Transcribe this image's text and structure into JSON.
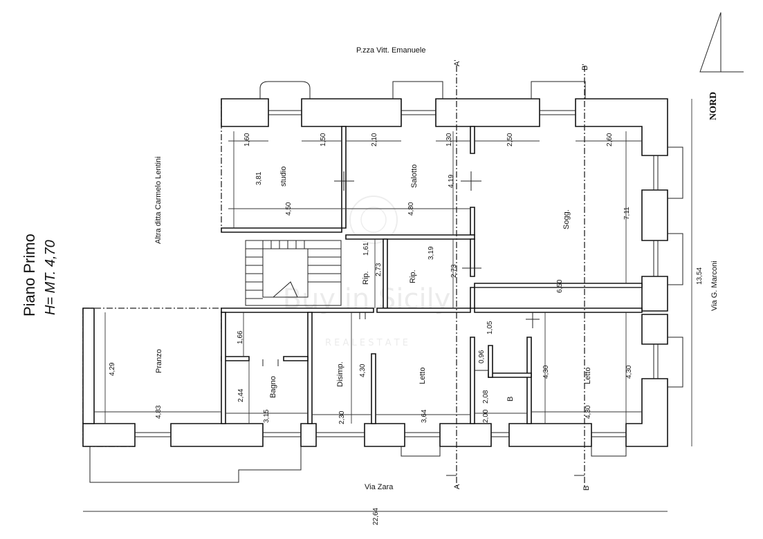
{
  "floor": {
    "title": "Piano Primo",
    "height_label": "H= MT. 4,70"
  },
  "streets": {
    "north": "P.zza Vitt. Emanuele",
    "south": "Via Zara",
    "east": "Via G. Marconi",
    "west": "Altra ditta Carmelo Lentini"
  },
  "compass": {
    "label": "NORD"
  },
  "sections": {
    "a_top": "A'",
    "b_top": "B'",
    "a_bottom": "A",
    "b_bottom": "B"
  },
  "rooms": {
    "studio": "studio",
    "salotto": "Salotto",
    "soggiorno": "Sogg.",
    "rip1": "Rip.",
    "rip2": "Rip.",
    "pranzo": "Pranzo",
    "bagno": "Bagno",
    "disimpegno": "Disimp.",
    "letto1": "Letto",
    "letto2": "Letto",
    "b_room": "B"
  },
  "dimensions": {
    "studio_w_a": "1,60",
    "studio_w_b": "1,50",
    "studio_h": "3,81",
    "studio_w": "4,50",
    "salotto_w_a": "2,10",
    "salotto_w_b": "1,30",
    "salotto_h": "4,19",
    "salotto_w": "4,80",
    "sogg_w_a": "2,50",
    "sogg_w_b": "2,60",
    "sogg_h": "7,11",
    "sogg_w": "6,50",
    "rip1_w": "1,61",
    "rip1_h": "2,73",
    "rip2_w": "3,19",
    "rip2_h": "2,73",
    "corr_h": "1,66",
    "pranzo_h": "4,29",
    "pranzo_w": "4,83",
    "bagno_h": "2,44",
    "bagno_w": "3,15",
    "disimp_h": "4,30",
    "disimp_w": "2,30",
    "letto1_w": "3,64",
    "b_h_a": "1,05",
    "b_h_b": "0,96",
    "b_h_c": "2,08",
    "b_w": "2,00",
    "letto2_h_a": "4,30",
    "letto2_h_b": "4,30",
    "letto2_w": "4,30",
    "overall_h": "13,54",
    "overall_w": "22,64"
  },
  "watermark": {
    "main": "Buy in Sicily",
    "sub": "R E A L   E S T A T E"
  }
}
